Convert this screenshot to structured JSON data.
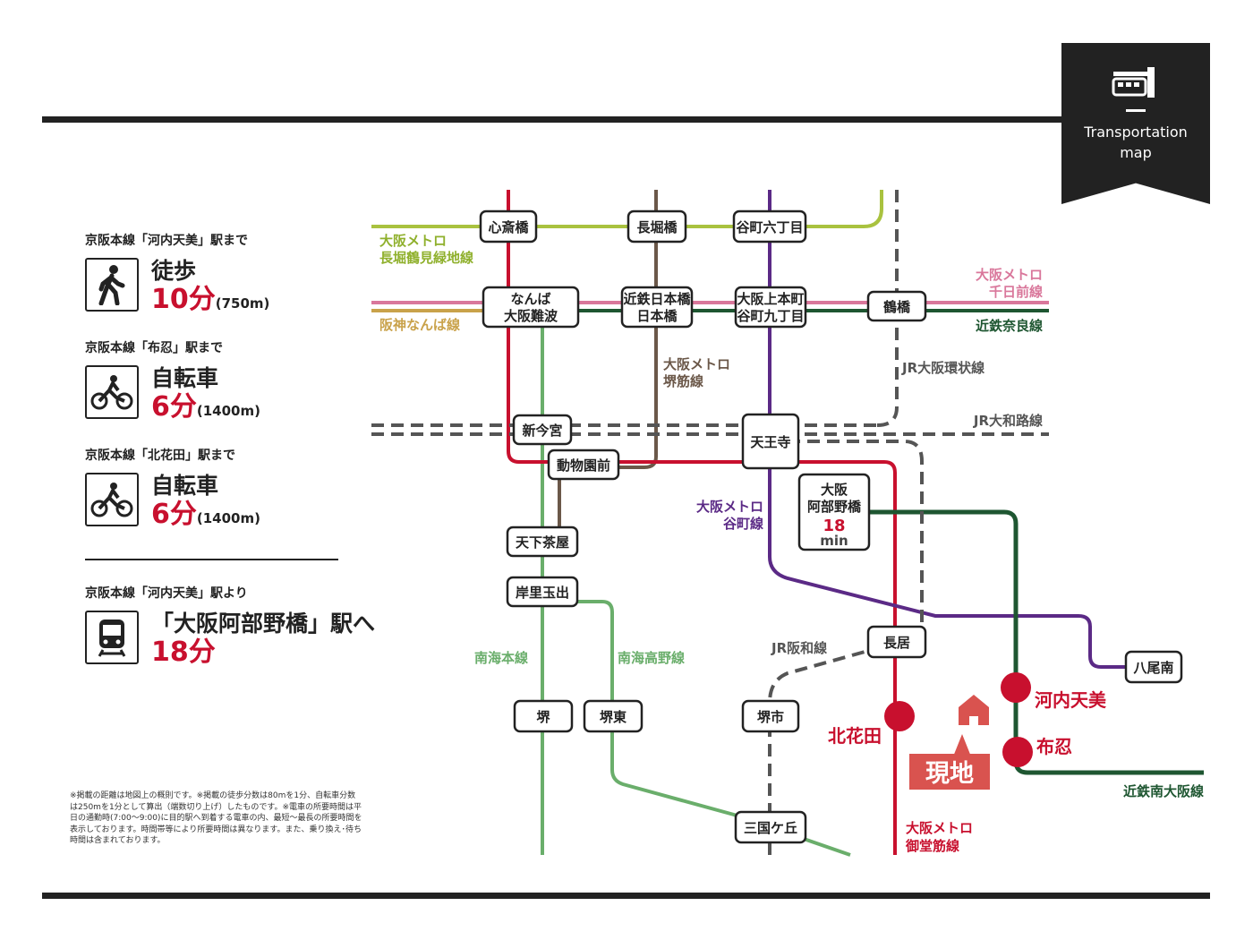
{
  "badge": {
    "icon": "train-station-icon",
    "line1": "Transportation",
    "line2": "map"
  },
  "access": [
    {
      "heading": "京阪本線「河内天美」駅まで",
      "icon": "walking-person-icon",
      "mode": "徒歩",
      "time": "10分",
      "distance": "(750m)"
    },
    {
      "heading": "京阪本線「布忍」駅まで",
      "icon": "bicycle-icon",
      "mode": "自転車",
      "time": "6分",
      "distance": "(1400m)"
    },
    {
      "heading": "京阪本線「北花田」駅まで",
      "icon": "bicycle-icon",
      "mode": "自転車",
      "time": "6分",
      "distance": "(1400m)"
    },
    {
      "heading": "京阪本線「河内天美」駅より",
      "icon": "train-icon",
      "mode": "「大阪阿部野橋」駅へ",
      "time": "18分"
    }
  ],
  "footnote": "※掲載の距離は地図上の概則です。※掲載の徒歩分数は80mを1分、自転車分数は250mを1分として算出（端数切り上げ）したものです。※電車の所要時間は平日の通勤時(7:00〜9:00)に目的駅へ到着する電車の内、最短〜最長の所要時間を表示しております。時間帯等により所要時間は異なります。また、乗り換え･待ち時間は含まれております。",
  "colors": {
    "midosuji": "#c8102e",
    "nagahori": "#a9c23f",
    "sennichimae": "#d9779b",
    "hanshin": "#c9a24a",
    "kintetsu": "#1e5631",
    "sakaisuji": "#6b5849",
    "tanimachi": "#5b2a86",
    "nankai": "#6aae6b",
    "jr": "#555555"
  },
  "lines": {
    "nagahori1": "大阪メトロ",
    "nagahori2": "長堀鶴見緑地線",
    "sennichimae1": "大阪メトロ",
    "sennichimae2": "千日前線",
    "hanshin": "阪神なんば線",
    "kintetsu_nara": "近鉄奈良線",
    "sakaisuji1": "大阪メトロ",
    "sakaisuji2": "堺筋線",
    "jr_loop": "JR大阪環状線",
    "jr_yamatoji": "JR大和路線",
    "tanimachi1": "大阪メトロ",
    "tanimachi2": "谷町線",
    "jr_hanwa": "JR阪和線",
    "nankai_main": "南海本線",
    "nankai_koya": "南海高野線",
    "midosuji1": "大阪メトロ",
    "midosuji2": "御堂筋線",
    "kintetsu_minami": "近鉄南大阪線"
  },
  "stations": {
    "shinsaibashi": "心斎橋",
    "nagahoribashi": "長堀橋",
    "tanimachi6": "谷町六丁目",
    "namba1": "なんば",
    "namba2": "大阪難波",
    "kintetsu_nippombashi1": "近鉄日本橋",
    "kintetsu_nippombashi2": "日本橋",
    "uehommachi1": "大阪上本町",
    "uehommachi2": "谷町九丁目",
    "tsuruhashi": "鶴橋",
    "imamiya": "新今宮",
    "tennoji": "天王寺",
    "dobutsuen": "動物園前",
    "abeno1": "大阪",
    "abeno2": "阿部野橋",
    "abeno_time": "18",
    "abeno_unit": "min",
    "tengachaya": "天下茶屋",
    "kishinosato": "岸里玉出",
    "nagai": "長居",
    "yao": "八尾南",
    "sakai": "堺",
    "sakaihigashi": "堺東",
    "sakaishi": "堺市",
    "mikunigaoka": "三国ケ丘",
    "kitahanada": "北花田",
    "kawachiamami": "河内天美",
    "nunose": "布忍",
    "current": "現地"
  }
}
